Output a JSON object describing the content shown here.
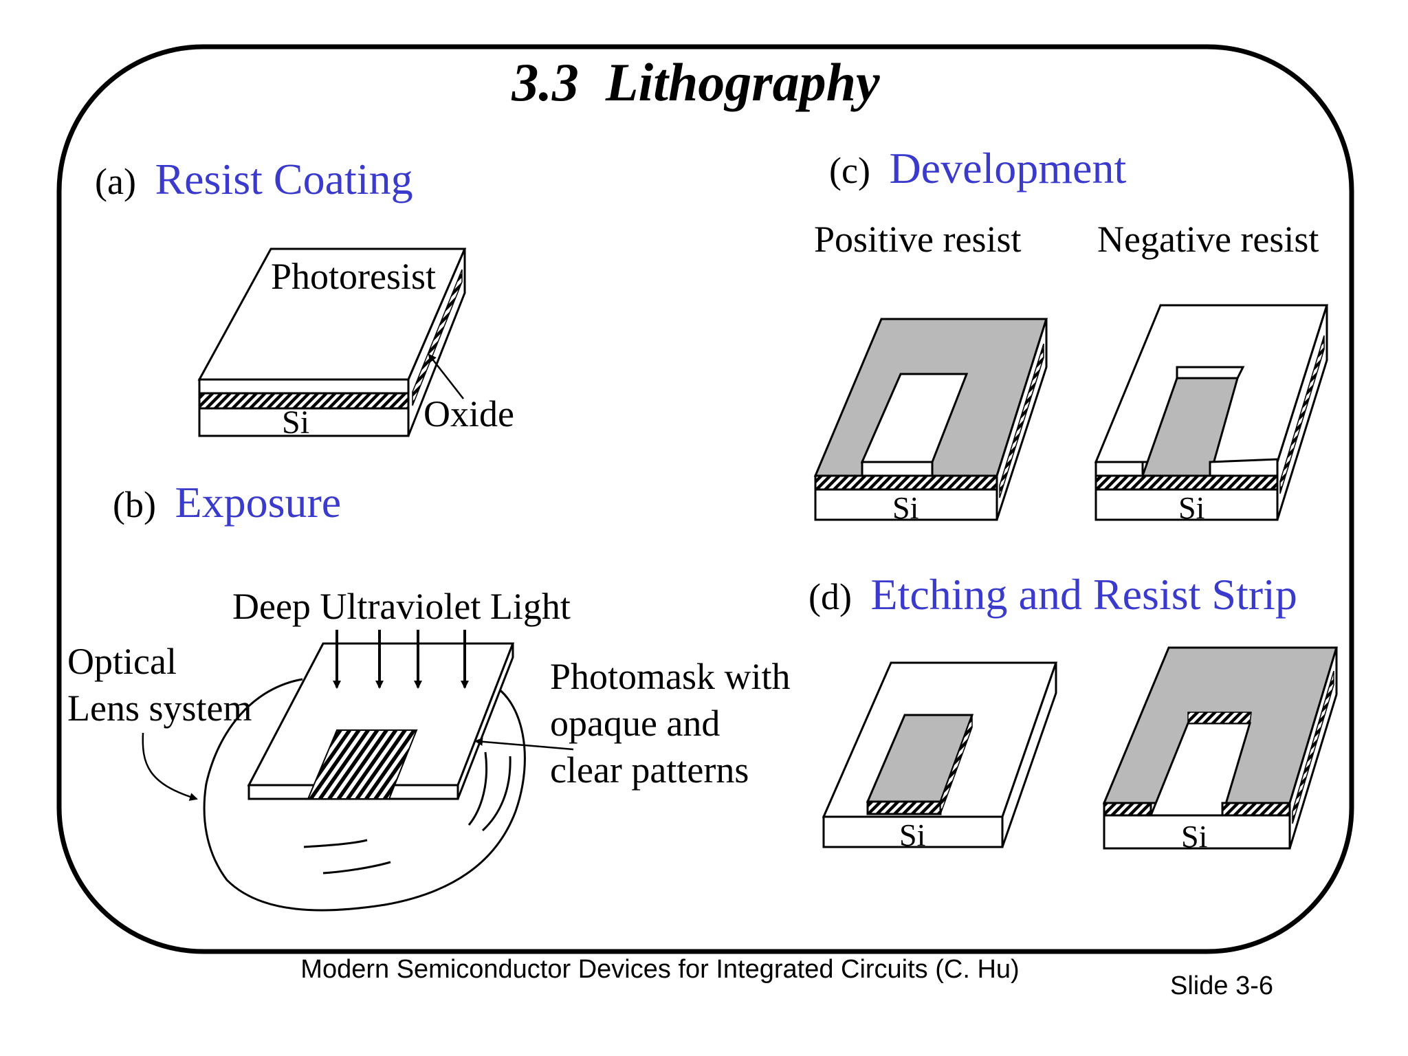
{
  "slide": {
    "title": "3.3  Lithography",
    "footer": "Modern Semiconductor Devices for Integrated Circuits (C. Hu)",
    "slide_number": "Slide 3-6",
    "accent_color": "#3a3acc",
    "resist_fill": "#b9b9b9"
  },
  "panel_a": {
    "letter": "(a)",
    "heading": "Resist Coating",
    "photoresist_label": "Photoresist",
    "oxide_label": "Oxide",
    "si_label": "Si"
  },
  "panel_b": {
    "letter": "(b)",
    "heading": "Exposure",
    "light_label": "Deep Ultraviolet Light",
    "lens_label_line1": "Optical",
    "lens_label_line2": "Lens system",
    "mask_label_line1": "Photomask with",
    "mask_label_line2": "opaque and",
    "mask_label_line3": "clear patterns"
  },
  "panel_c": {
    "letter": "(c)",
    "heading": "Development",
    "positive_label": "Positive resist",
    "negative_label": "Negative resist",
    "si_label": "Si"
  },
  "panel_d": {
    "letter": "(d)",
    "heading": "Etching and Resist Strip",
    "si_label": "Si"
  }
}
